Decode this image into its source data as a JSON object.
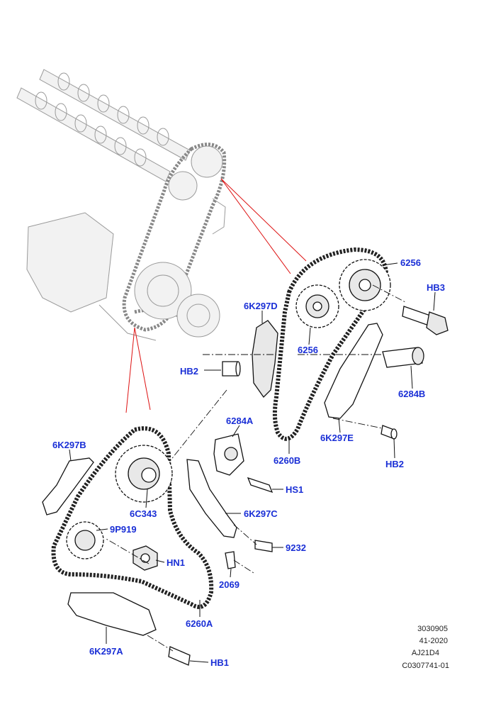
{
  "callouts": {
    "c6256_top": "6256",
    "hb3": "HB3",
    "c6k297d": "6K297D",
    "c6256_mid": "6256",
    "hb2_upper": "HB2",
    "c6284b": "6284B",
    "c6284a": "6284A",
    "c6k297e": "6K297E",
    "c6k297b": "6K297B",
    "c6260b": "6260B",
    "hb2_right": "HB2",
    "hs1": "HS1",
    "c6c343": "6C343",
    "c6k297c": "6K297C",
    "c9p919": "9P919",
    "c9232": "9232",
    "hn1": "HN1",
    "c2069": "2069",
    "c6260a": "6260A",
    "c6k297a": "6K297A",
    "hb1": "HB1"
  },
  "reference": {
    "line1": "3030905",
    "line2": "41-2020",
    "line3": "AJ21D4",
    "line4": "C0307741-01"
  },
  "colors": {
    "callout_text": "#1a2fd6",
    "highlight_lines": "#dd1111",
    "ghost_engine": "#9a9a9a"
  }
}
